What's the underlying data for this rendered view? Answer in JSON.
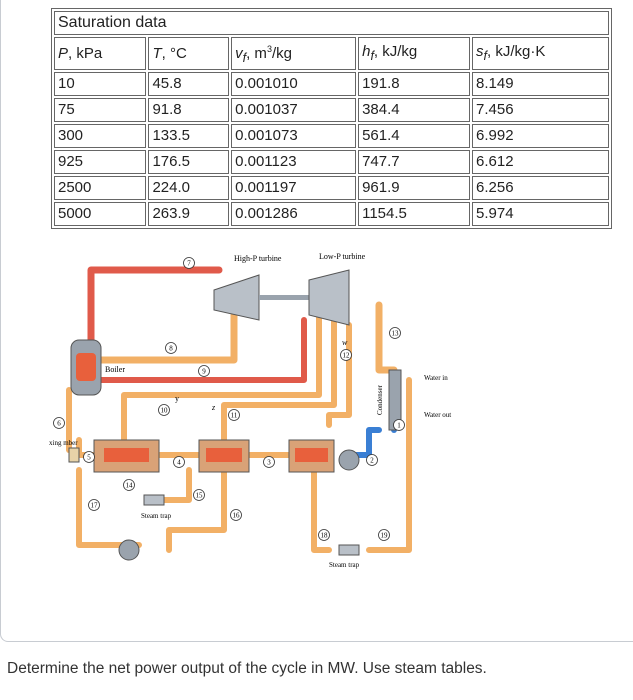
{
  "table": {
    "caption": "Saturation data",
    "headers": [
      "P, kPa",
      "T, °C",
      "vf, m3/kg",
      "hf, kJ/kg",
      "sf, kJ/kg·K"
    ],
    "rows": [
      [
        "10",
        "45.8",
        "0.001010",
        "191.8",
        "8.149"
      ],
      [
        "75",
        "91.8",
        "0.001037",
        "384.4",
        "7.456"
      ],
      [
        "300",
        "133.5",
        "0.001073",
        "561.4",
        "6.992"
      ],
      [
        "925",
        "176.5",
        "0.001123",
        "747.7",
        "6.612"
      ],
      [
        "2500",
        "224.0",
        "0.001197",
        "961.9",
        "6.256"
      ],
      [
        "5000",
        "263.9",
        "0.001286",
        "1154.5",
        "5.974"
      ]
    ]
  },
  "diagram": {
    "hp_turbine": "High-P turbine",
    "lp_turbine": "Low-P turbine",
    "boiler": "Boiler",
    "condenser": "Condenser",
    "water_in": "Water in",
    "water_out": "Water out",
    "steam_trap_1": "Steam trap",
    "steam_trap_2": "Steam trap",
    "mixing_chamber": "xing mber",
    "label_w": "w",
    "label_y": "y",
    "label_z": "z",
    "states": [
      "1",
      "2",
      "3",
      "4",
      "5",
      "6",
      "7",
      "8",
      "9",
      "10",
      "11",
      "12",
      "13",
      "14",
      "15",
      "16",
      "17",
      "18",
      "19"
    ]
  },
  "question": "Determine the net power output of the cycle in MW. Use steam tables."
}
